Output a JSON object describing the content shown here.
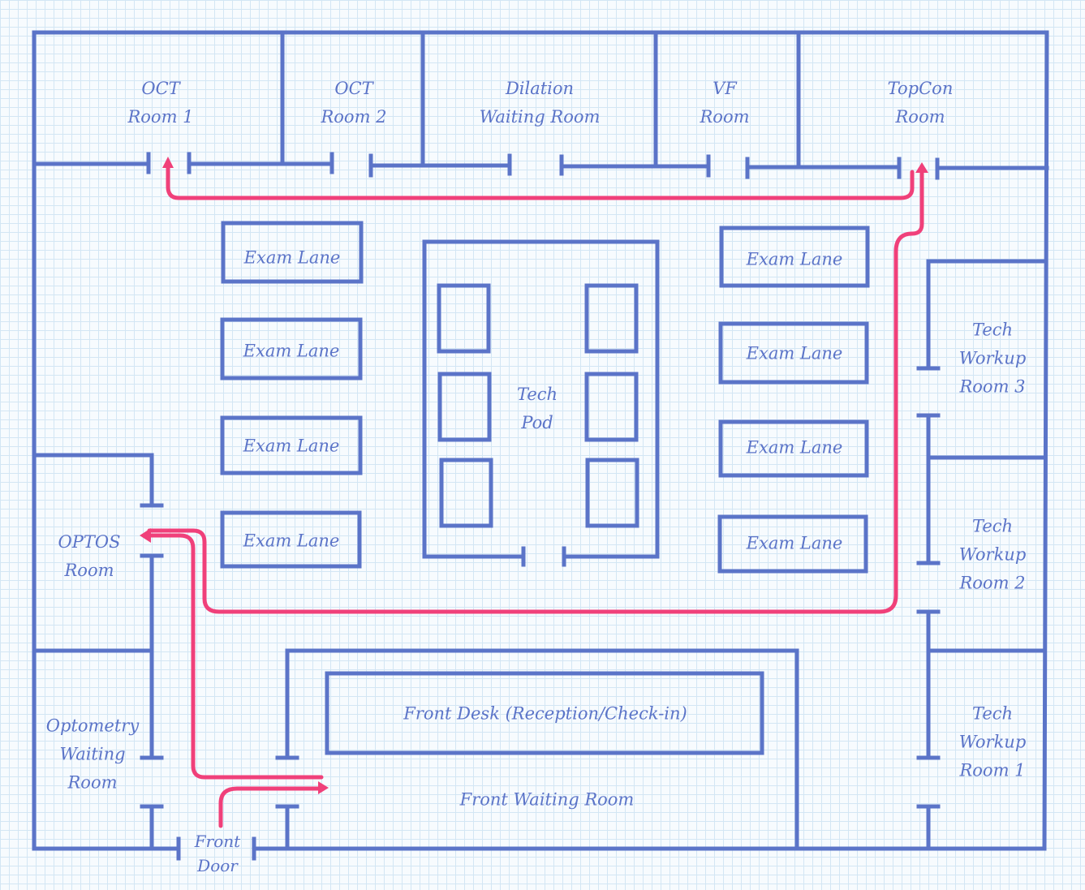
{
  "rooms": {
    "oct1": [
      "OCT",
      "Room 1"
    ],
    "oct2": [
      "OCT",
      "Room 2"
    ],
    "dilation": [
      "Dilation",
      "Waiting Room"
    ],
    "vf": [
      "VF",
      "Room"
    ],
    "topcon": [
      "TopCon",
      "Room"
    ],
    "optos": [
      "OPTOS",
      "Room"
    ],
    "optometry_waiting": [
      "Optometry",
      "Waiting",
      "Room"
    ],
    "front_door": [
      "Front",
      "Door"
    ],
    "tech_workup_3": [
      "Tech",
      "Workup",
      "Room 3"
    ],
    "tech_workup_2": [
      "Tech",
      "Workup",
      "Room 2"
    ],
    "tech_workup_1": [
      "Tech",
      "Workup",
      "Room 1"
    ],
    "tech_pod": [
      "Tech",
      "Pod"
    ],
    "front_desk": "Front Desk (Reception/Check-in)",
    "front_waiting": "Front Waiting Room"
  },
  "exam_lanes": [
    "Exam Lane",
    "Exam Lane",
    "Exam Lane",
    "Exam Lane",
    "Exam Lane",
    "Exam Lane",
    "Exam Lane",
    "Exam Lane"
  ],
  "colors": {
    "walls": "#5b74c8",
    "patient_path": "#f0407a",
    "grid": "#d3e6f4",
    "background": "#f7fbfe"
  }
}
